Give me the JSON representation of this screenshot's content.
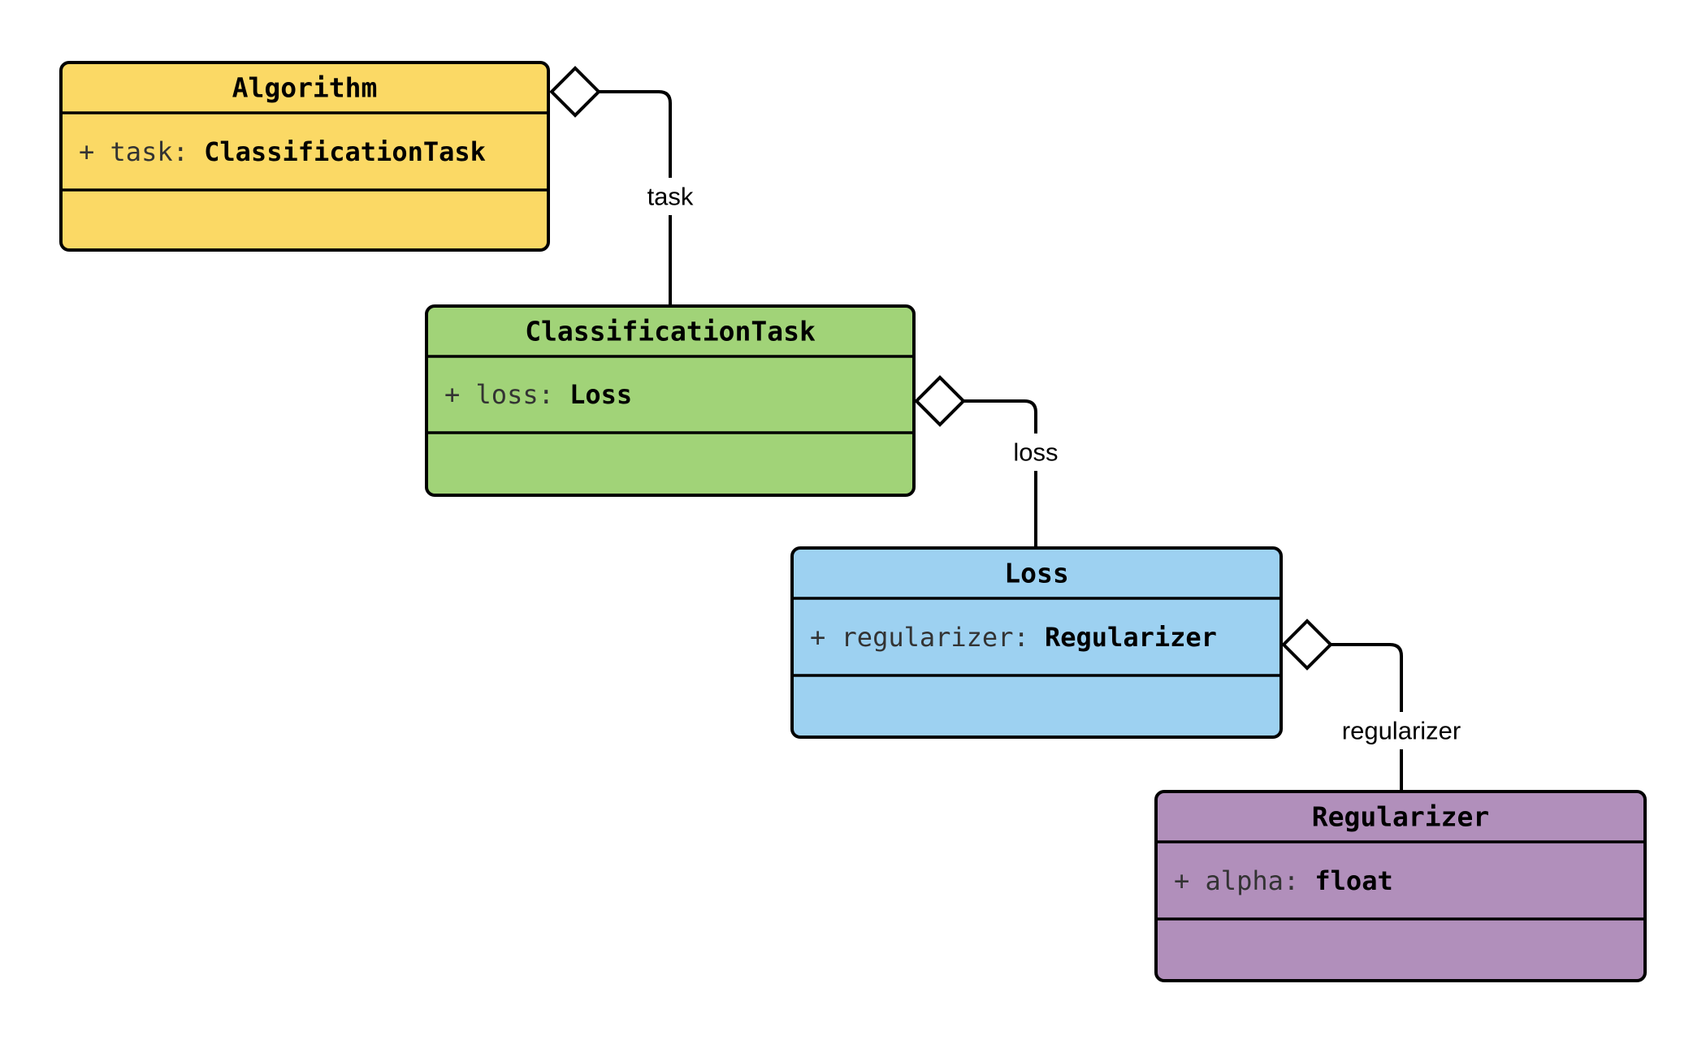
{
  "diagram": {
    "background": "#FFFFFF",
    "line_color": "#000000",
    "classes": [
      {
        "name": "Algorithm",
        "fill": "#FBD965",
        "attribute": {
          "prefix": "+ task: ",
          "type": "ClassificationTask"
        }
      },
      {
        "name": "ClassificationTask",
        "fill": "#A1D378",
        "attribute": {
          "prefix": "+ loss: ",
          "type": "Loss"
        }
      },
      {
        "name": "Loss",
        "fill": "#9DD1F1",
        "attribute": {
          "prefix": "+ regularizer: ",
          "type": "Regularizer"
        }
      },
      {
        "name": "Regularizer",
        "fill": "#B18FBB",
        "attribute": {
          "prefix": "+ alpha: ",
          "type": "float"
        }
      }
    ],
    "edges": [
      {
        "label": "task",
        "from": "Algorithm",
        "to": "ClassificationTask",
        "kind": "aggregation"
      },
      {
        "label": "loss",
        "from": "ClassificationTask",
        "to": "Loss",
        "kind": "aggregation"
      },
      {
        "label": "regularizer",
        "from": "Loss",
        "to": "Regularizer",
        "kind": "aggregation"
      }
    ]
  }
}
